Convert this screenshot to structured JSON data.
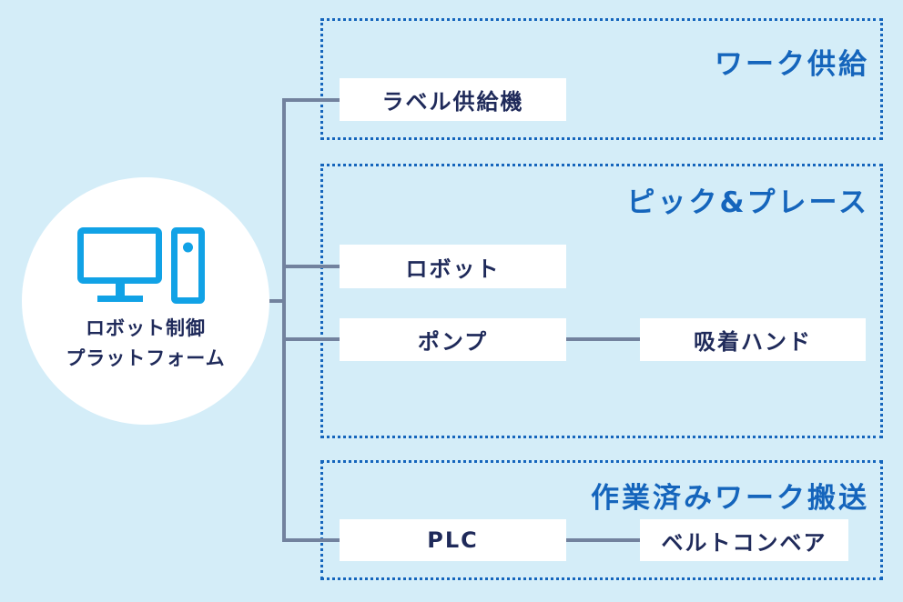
{
  "colors": {
    "background": "#d4edf8",
    "accent_blue": "#1565bc",
    "navy_text": "#1f2a5a",
    "icon_blue": "#11a2e6",
    "connector_gray": "#72829e",
    "box_white": "#ffffff"
  },
  "hub": {
    "icon": "desktop-computer-icon",
    "label_line1": "ロボット制御",
    "label_line2": "プラットフォーム"
  },
  "groups": [
    {
      "title": "ワーク供給",
      "nodes": [
        {
          "label": "ラベル供給機"
        }
      ]
    },
    {
      "title": "ピック&プレース",
      "nodes": [
        {
          "label": "ロボット"
        },
        {
          "label": "ポンプ"
        },
        {
          "label": "吸着ハンド"
        }
      ]
    },
    {
      "title": "作業済みワーク搬送",
      "nodes": [
        {
          "label": "PLC"
        },
        {
          "label": "ベルトコンベア"
        }
      ]
    }
  ]
}
